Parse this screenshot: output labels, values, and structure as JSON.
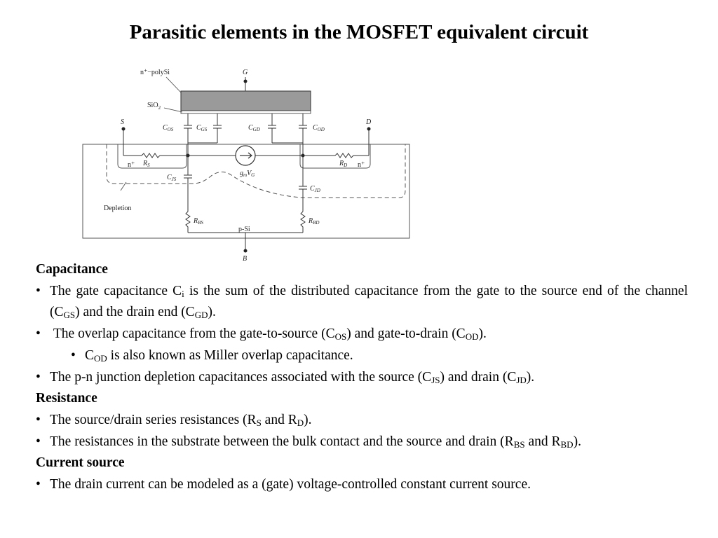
{
  "title": "Parasitic elements in the MOSFET equivalent circuit",
  "diagram": {
    "n_polysi": "n⁺−polySi",
    "sio2": "SiO",
    "sio2_sub": "2",
    "gate": "G",
    "source": "S",
    "drain": "D",
    "bulk": "B",
    "n_plus": "n⁺",
    "depletion": "Depletion",
    "psi": "p-Si",
    "c_os": "C",
    "c_os_sub": "OS",
    "c_gs": "C",
    "c_gs_sub": "GS",
    "c_gd": "C",
    "c_gd_sub": "GD",
    "c_od": "C",
    "c_od_sub": "OD",
    "r_s": "R",
    "r_s_sub": "S",
    "r_d": "R",
    "r_d_sub": "D",
    "c_js": "C",
    "c_js_sub": "JS",
    "c_jd": "C",
    "c_jd_sub": "JD",
    "r_bs": "R",
    "r_bs_sub": "BS",
    "r_bd": "R",
    "r_bd_sub": "BD",
    "gm": "g",
    "gm_sub": "m",
    "vg": "V",
    "vg_sub": "G"
  },
  "sections": {
    "capacitance": "Capacitance",
    "resistance": "Resistance",
    "current_source": "Current source"
  },
  "bullets": {
    "cap1": {
      "a": "The gate capacitance C",
      "a_sub": "i",
      "b": " is the sum of the distributed capacitance from the gate to the source end of the channel (C",
      "b_sub": "GS",
      "c": ") and the drain end (C",
      "c_sub": "GD",
      "d": ")."
    },
    "cap2": {
      "a": "The overlap capacitance from the gate-to-source (C",
      "a_sub": "OS",
      "b": ") and gate-to-drain (C",
      "b_sub": "OD",
      "c": ")."
    },
    "cap2a": {
      "a": "C",
      "a_sub": "OD",
      "b": " is also known as Miller overlap capacitance."
    },
    "cap3": {
      "a": "The p-n junction depletion capacitances associated with the source (C",
      "a_sub": "JS",
      "b": ") and drain (C",
      "b_sub": "JD",
      "c": ")."
    },
    "res1": {
      "a": "The source/drain series resistances (R",
      "a_sub": "S",
      "b": " and R",
      "b_sub": "D",
      "c": ")."
    },
    "res2": {
      "a": "The resistances in the substrate between the bulk contact and the source and drain (R",
      "a_sub": "BS",
      "b": " and R",
      "b_sub": "BD",
      "c": ")."
    },
    "cur1": {
      "a": "The drain current can be modeled as a (gate) voltage-controlled constant current source."
    }
  },
  "bullet_char": "•"
}
